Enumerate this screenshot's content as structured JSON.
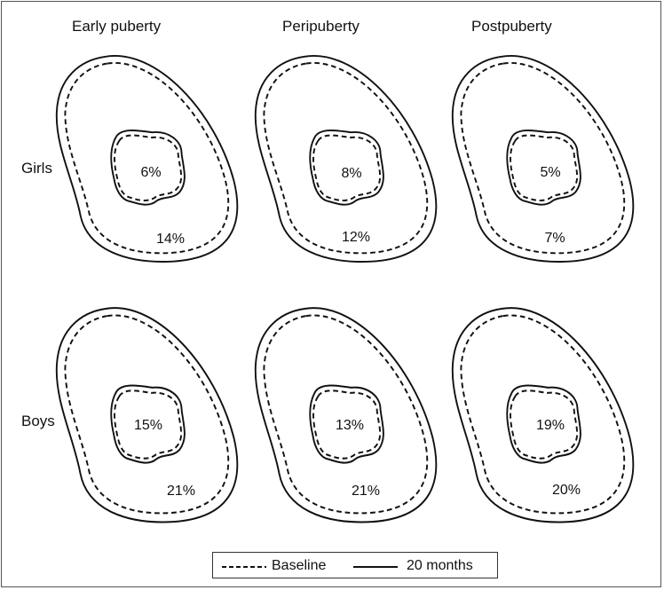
{
  "columns": [
    "Early puberty",
    "Peripuberty",
    "Postpuberty"
  ],
  "rows": [
    "Girls",
    "Boys"
  ],
  "cells": [
    {
      "row": "Girls",
      "column": "Early puberty",
      "inner_pct": "6%",
      "outer_pct": "14%"
    },
    {
      "row": "Girls",
      "column": "Peripuberty",
      "inner_pct": "8%",
      "outer_pct": "12%"
    },
    {
      "row": "Girls",
      "column": "Postpuberty",
      "inner_pct": "5%",
      "outer_pct": "7%"
    },
    {
      "row": "Boys",
      "column": "Early puberty",
      "inner_pct": "15%",
      "outer_pct": "21%"
    },
    {
      "row": "Boys",
      "column": "Peripuberty",
      "inner_pct": "13%",
      "outer_pct": "21%"
    },
    {
      "row": "Boys",
      "column": "Postpuberty",
      "inner_pct": "19%",
      "outer_pct": "20%"
    }
  ],
  "legend": {
    "baseline": "Baseline",
    "followup": "20 months"
  },
  "line_styles": {
    "baseline": "dashed",
    "followup": "solid"
  }
}
